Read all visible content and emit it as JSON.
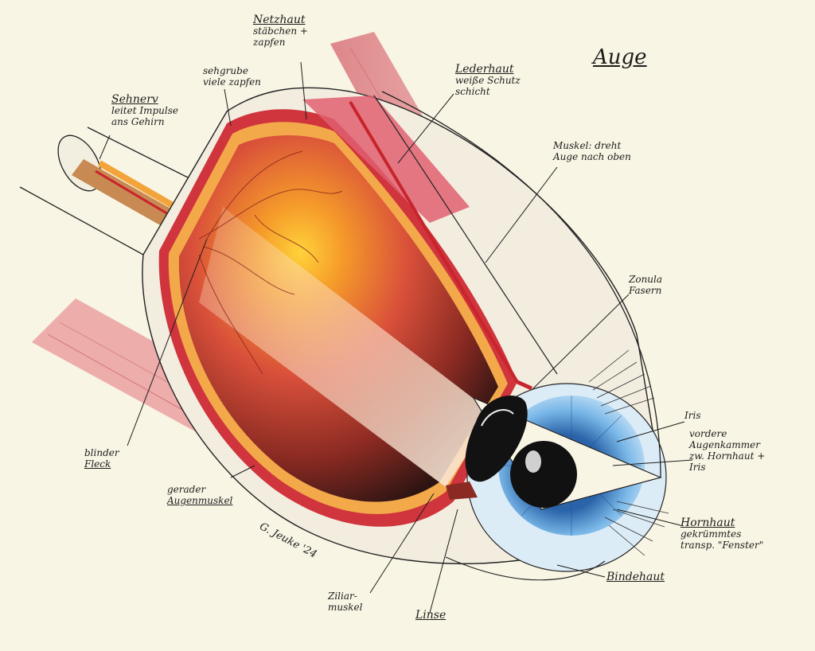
{
  "title": "Auge",
  "signature": "G. Jeuke '24",
  "labels": {
    "netzhaut": {
      "head": "Netzhaut",
      "lines": [
        "stäbchen +",
        "zapfen"
      ]
    },
    "sehgrube": {
      "head": "",
      "lines": [
        "sehgrube",
        "viele zapfen"
      ]
    },
    "sehnerv": {
      "head": "Sehnerv",
      "lines": [
        "leitet Impulse",
        "ans Gehirn"
      ]
    },
    "lederhaut": {
      "head": "Lederhaut",
      "lines": [
        "weiße Schutz",
        "schicht"
      ]
    },
    "muskel_oben": {
      "head": "",
      "lines": [
        "Muskel: dreht",
        "Auge nach oben"
      ]
    },
    "zonula": {
      "head": "",
      "lines": [
        "Zonula",
        "Fasern"
      ]
    },
    "iris": {
      "head": "",
      "lines": [
        "Iris"
      ]
    },
    "augenkammer": {
      "head": "",
      "lines": [
        "vordere",
        "Augenkammer",
        "zw. Hornhaut +",
        "Iris"
      ]
    },
    "hornhaut": {
      "head": "Hornhaut",
      "lines": [
        "gekrümmtes",
        "transp. \"Fenster\""
      ]
    },
    "bindehaut": {
      "head": "Bindehaut",
      "lines": []
    },
    "linse": {
      "head": "Linse",
      "lines": []
    },
    "ziliarmuskel": {
      "head": "",
      "lines": [
        "Ziliar-",
        "muskel"
      ]
    },
    "blinder_fleck": {
      "head": "",
      "lines": [
        "blinder",
        "Fleck"
      ]
    },
    "augenmuskel": {
      "head": "",
      "lines": [
        "gerader",
        "Augenmuskel"
      ]
    }
  },
  "colors": {
    "paper": "#f8f5e4",
    "ink": "#1c1c1c",
    "muscle": "#e8a0a0",
    "retina_orange": "#f5a623",
    "choroid_red": "#c8242c",
    "interior_dark": "#3a1e1a",
    "iris_blue": "#7ab8e8"
  }
}
